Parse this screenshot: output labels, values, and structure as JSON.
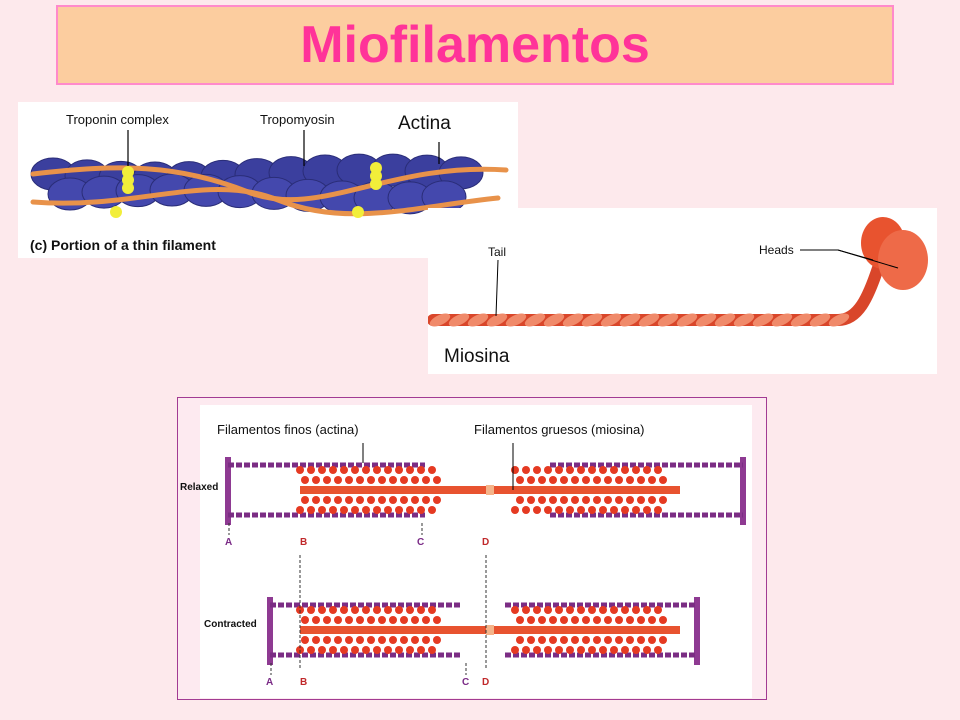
{
  "title": "Miofilamentos",
  "actin_panel": {
    "troponin_label": "Troponin complex",
    "tropomyosin_label": "Tropomyosin",
    "actina_label": "Actina",
    "caption": "(c) Portion of a thin filament"
  },
  "myosin_panel": {
    "tail_label": "Tail",
    "heads_label": "Heads",
    "miosina_label": "Miosina"
  },
  "sarcomere_panel": {
    "thin_label": "Filamentos finos (actina)",
    "thick_label": "Filamentos gruesos (miosina)",
    "relaxed_label": "Relaxed",
    "contracted_label": "Contracted",
    "markers_relaxed": [
      "A",
      "B",
      "C",
      "D"
    ],
    "markers_contracted": [
      "A",
      "B",
      "C",
      "D"
    ]
  },
  "colors": {
    "title_text": "#ff3399",
    "title_bg": "#fccd9f",
    "actin_bead": "#3b3f9e",
    "tropomyosin": "#e8924a",
    "troponin": "#f2ee3a",
    "myosin": "#e8532f",
    "z_line": "#8e3a92"
  }
}
